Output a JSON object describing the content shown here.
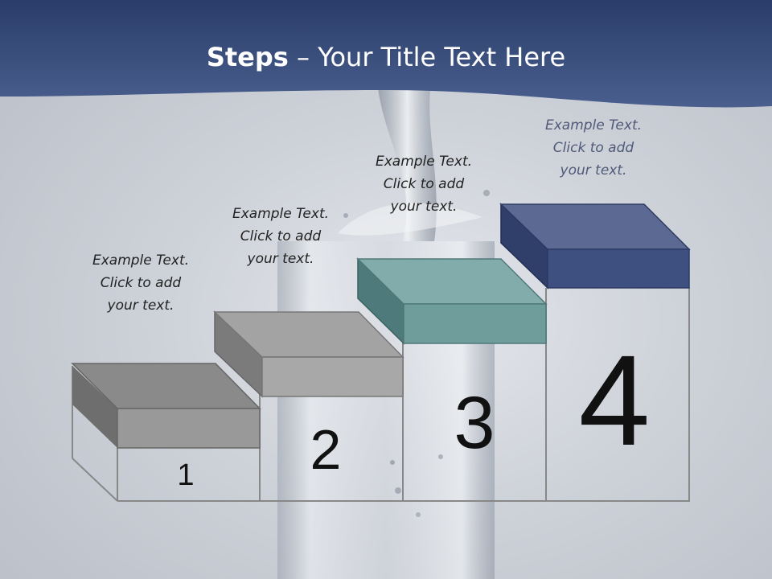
{
  "title": {
    "bold": "Steps",
    "rest": " – Your Title Text Here"
  },
  "steps": [
    {
      "number": "1",
      "text": [
        "Example Text.",
        "Click  to add",
        "your text."
      ]
    },
    {
      "number": "2",
      "text": [
        "Example Text.",
        "Click  to add",
        "your text."
      ]
    },
    {
      "number": "3",
      "text": [
        "Example Text.",
        "Click  to add",
        "your text."
      ]
    },
    {
      "number": "4",
      "text": [
        "Example Text.",
        "Click  to add",
        "your text."
      ]
    }
  ],
  "colors": {
    "header": "#34497a",
    "step1": "#8a8a8a",
    "step2": "#a3a3a3",
    "step3": "#6e9d9b",
    "step4": "#3d507f"
  }
}
